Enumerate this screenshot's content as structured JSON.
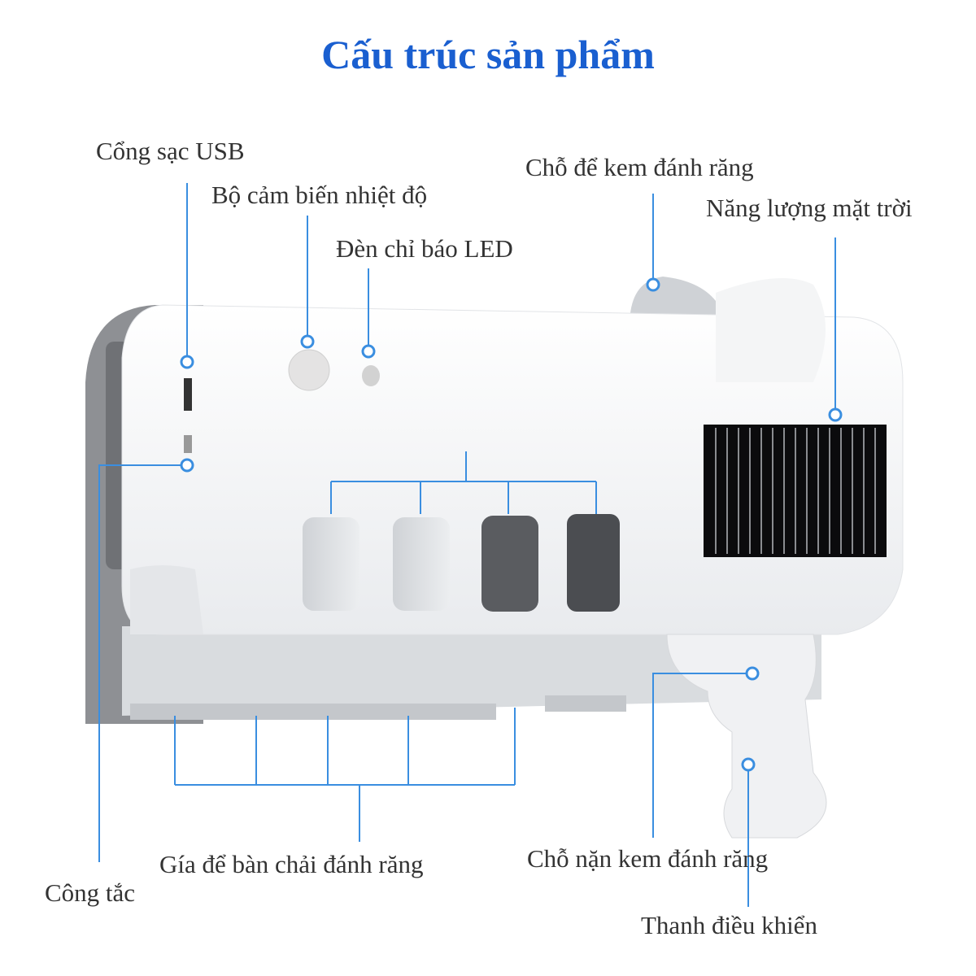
{
  "title": "Cấu trúc sản phẩm",
  "labels": {
    "usb_port": "Cổng sạc USB",
    "temp_sensor": "Bộ cảm biến nhiệt độ",
    "led_indicator": "Đèn chỉ báo LED",
    "toothpaste_holder": "Chỗ để kem đánh răng",
    "solar_power": "Năng lượng mặt trời",
    "brush_holder": "Gía để bàn chải đánh răng",
    "switch": "Công tắc",
    "squeeze_outlet": "Chỗ nặn kem đánh răng",
    "control_lever": "Thanh điều khiển"
  },
  "colors": {
    "title": "#1a5fd0",
    "leader": "#3a8ee0",
    "label": "#333333"
  }
}
